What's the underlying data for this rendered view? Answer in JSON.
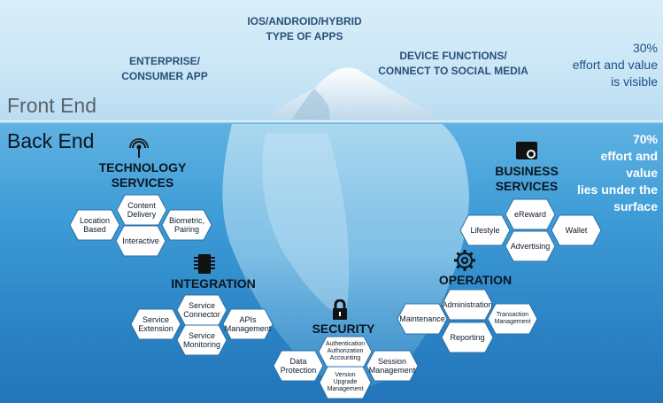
{
  "top_labels": {
    "enterprise": "ENTERPRISE/\nCONSUMER APP",
    "ios": "IOS/ANDROID/HYBRID\nTYPE OF APPS",
    "device": "DEVICE FUNCTIONS/\nCONNECT TO SOCIAL MEDIA"
  },
  "visible_pct": "30%\neffort and value\nis visible",
  "hidden_pct": "70%\neffort and\nvalue\nlies under the\nsurface",
  "front_end": "Front End",
  "back_end": "Back End",
  "sections": {
    "technology": {
      "title": "TECHNOLOGY\nSERVICES",
      "icon": "antenna-icon",
      "items": [
        "Content\nDelivery",
        "Location\nBased",
        "Biometric,\nPairing",
        "Interactive"
      ]
    },
    "business": {
      "title": "BUSINESS\nSERVICES",
      "icon": "business-folder-icon",
      "items": [
        "eReward",
        "Lifestyle",
        "Wallet",
        "Advertising"
      ]
    },
    "integration": {
      "title": "INTEGRATION",
      "icon": "chip-icon",
      "items": [
        "Service\nConnector",
        "Service\nExtension",
        "APIs\nManagement",
        "Service\nMonitoring"
      ]
    },
    "operation": {
      "title": "OPERATION",
      "icon": "gear-icon",
      "items": [
        "Administration",
        "Maintenance",
        "Transaction\nManagement",
        "Reporting"
      ]
    },
    "security": {
      "title": "SECURITY",
      "icon": "padlock-icon",
      "items": [
        "Authentication\nAuthorization\nAccounting",
        "Data\nProtection",
        "Session\nManagement",
        "Version\nUpgrade\nManagement"
      ]
    }
  },
  "colors": {
    "hex_fill": "#ffffff",
    "hex_stroke": "#2b6fa8",
    "sea": "#3d9bd6",
    "sky": "#d0eaf8"
  }
}
